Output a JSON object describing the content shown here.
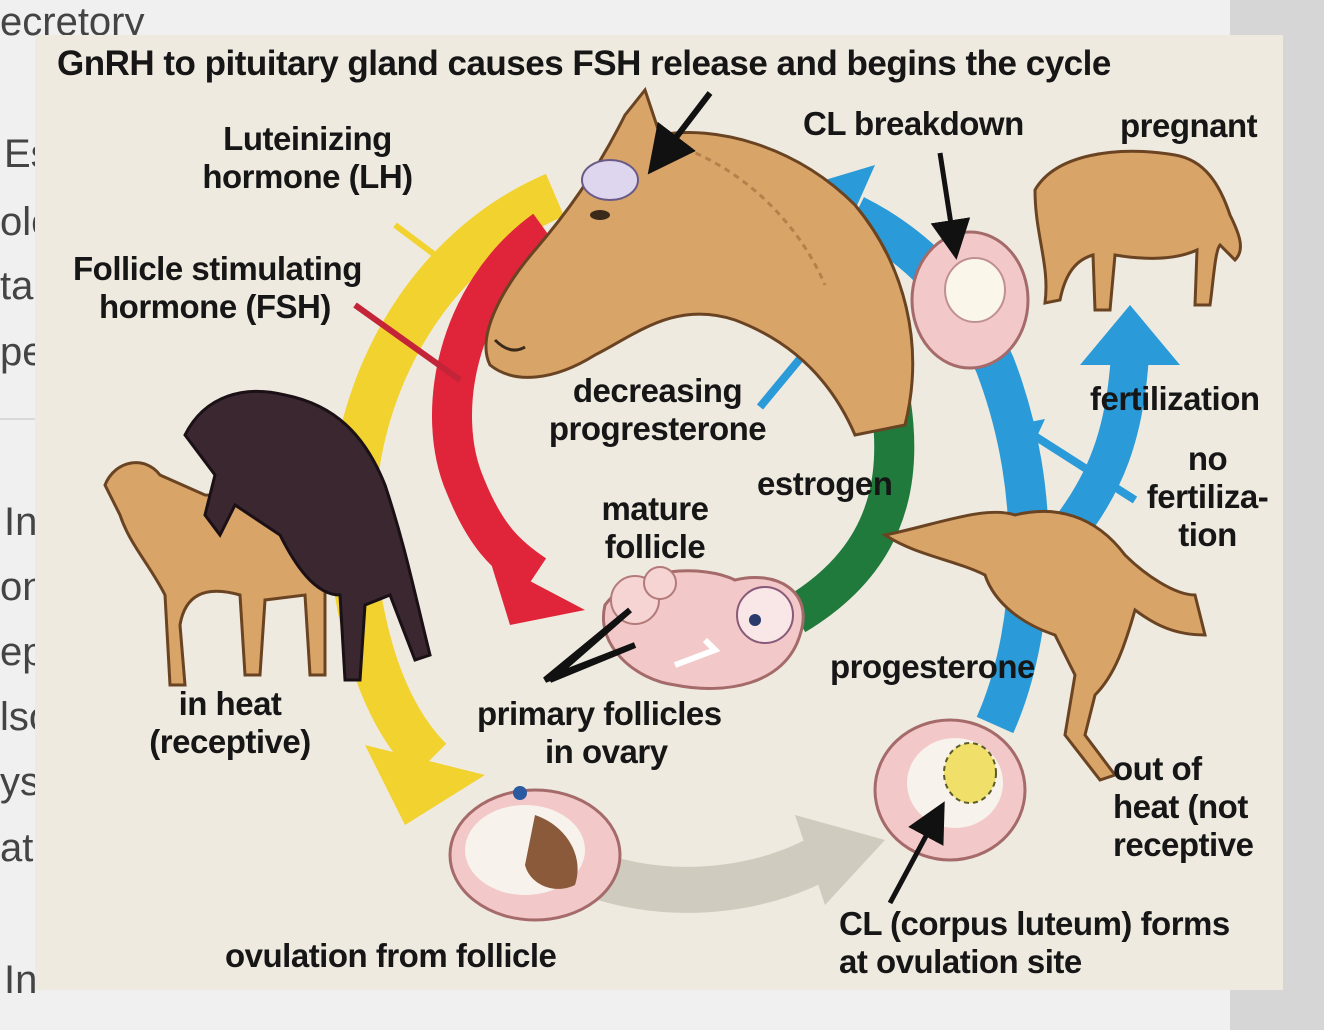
{
  "background_text": {
    "w1": "ecretory",
    "w2": "Es",
    "w3": "olo",
    "w4": "tag",
    "w5": "pe",
    "w6": "In",
    "w7": "on",
    "w8": "ep",
    "w9": "lso",
    "w10": "ys",
    "w11": "at",
    "w12": "In"
  },
  "diagram": {
    "title": "GnRH to pituitary gland causes FSH release and begins the cycle",
    "lh": [
      "Luteinizing",
      "hormone (LH)"
    ],
    "fsh": [
      "Follicle stimulating",
      "hormone (FSH)"
    ],
    "cl_breakdown": "CL breakdown",
    "pregnant": "pregnant",
    "decreasing_progesterone": [
      "decreasing",
      "progresterone"
    ],
    "fertilization": "fertilization",
    "no_fertilization": [
      "no",
      "fertiliza-",
      "tion"
    ],
    "estrogen": "estrogen",
    "mature_follicle": [
      "mature",
      "follicle"
    ],
    "in_heat": [
      "in heat",
      "(receptive)"
    ],
    "primary_follicles": [
      "primary follicles",
      "in ovary"
    ],
    "progesterone": "progesterone",
    "out_of_heat": [
      "out of",
      "heat (not",
      "receptive"
    ],
    "ovulation": "ovulation from follicle",
    "cl_forms": [
      "CL (corpus luteum) forms",
      "at ovulation site"
    ]
  },
  "colors": {
    "yellow_arrow": "#f2d22e",
    "red_arrow": "#e0243a",
    "green_arrow": "#1f7a3c",
    "blue_arrow": "#2a9ad8",
    "gray_arrow": "#cfcbbe",
    "horse_tan": "#d9a468",
    "horse_dark": "#3b2730",
    "ovary_pink": "#f2c9c8"
  }
}
